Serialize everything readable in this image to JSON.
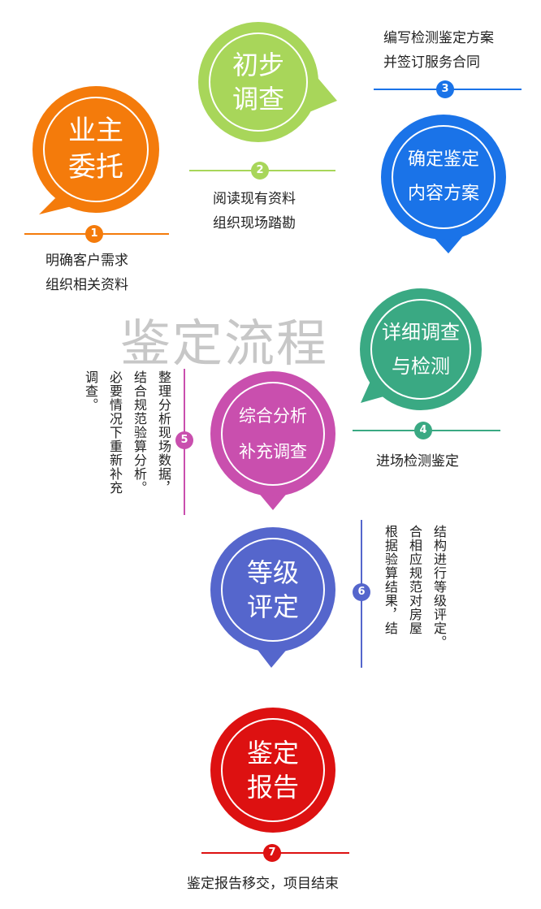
{
  "title": "鉴定流程",
  "steps": [
    {
      "num": "1",
      "bubble": [
        "业主",
        "委托"
      ],
      "note": [
        "明确客户需求",
        "组织相关资料"
      ],
      "color": "#f47b0b"
    },
    {
      "num": "2",
      "bubble": [
        "初步",
        "调查"
      ],
      "note": [
        "阅读现有资料",
        "组织现场踏勘"
      ],
      "color": "#a8d65a"
    },
    {
      "num": "3",
      "bubble": [
        "确定鉴定",
        "内容方案"
      ],
      "note": [
        "编写检测鉴定方案",
        "并签订服务合同"
      ],
      "color": "#1a73e8"
    },
    {
      "num": "4",
      "bubble": [
        "详细调查",
        "与检测"
      ],
      "note": [
        "进场检测鉴定"
      ],
      "color": "#3aa983"
    },
    {
      "num": "5",
      "bubble": [
        "综合分析",
        "补充调查"
      ],
      "note": [
        "整理分析现场数据，",
        "结合规范验算分析。",
        "必要情况下重新补充",
        "调查。"
      ],
      "color": "#c94fae"
    },
    {
      "num": "6",
      "bubble": [
        "等级",
        "评定"
      ],
      "note": [
        "结构进行等级评定。",
        "合相应规范对房屋",
        "根据验算结果，结"
      ],
      "color": "#5566cc"
    },
    {
      "num": "7",
      "bubble": [
        "鉴定",
        "报告"
      ],
      "note": [
        "鉴定报告移交，项目结束"
      ],
      "color": "#dd1111"
    }
  ]
}
